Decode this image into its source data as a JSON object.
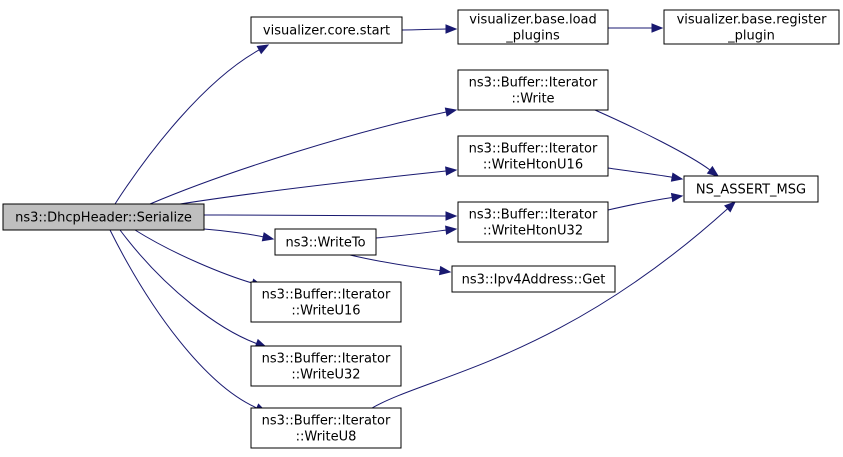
{
  "colors": {
    "edge": "#191970",
    "root_fill": "#bfbfbf",
    "node_fill": "#ffffff",
    "node_border": "#000000"
  },
  "nodes": [
    {
      "id": "serialize",
      "lines": [
        "ns3::DhcpHeader::Serialize"
      ],
      "root": true
    },
    {
      "id": "core_start",
      "lines": [
        "visualizer.core.start"
      ]
    },
    {
      "id": "load_plugins",
      "lines": [
        "visualizer.base.load",
        "_plugins"
      ]
    },
    {
      "id": "register_plugin",
      "lines": [
        "visualizer.base.register",
        "_plugin"
      ]
    },
    {
      "id": "write",
      "lines": [
        "ns3::Buffer::Iterator",
        "::Write"
      ]
    },
    {
      "id": "write_hton_u16",
      "lines": [
        "ns3::Buffer::Iterator",
        "::WriteHtonU16"
      ]
    },
    {
      "id": "ns_assert_msg",
      "lines": [
        "NS_ASSERT_MSG"
      ]
    },
    {
      "id": "write_hton_u32",
      "lines": [
        "ns3::Buffer::Iterator",
        "::WriteHtonU32"
      ]
    },
    {
      "id": "write_to",
      "lines": [
        "ns3::WriteTo"
      ]
    },
    {
      "id": "ipv4_get",
      "lines": [
        "ns3::Ipv4Address::Get"
      ]
    },
    {
      "id": "write_u16",
      "lines": [
        "ns3::Buffer::Iterator",
        "::WriteU16"
      ]
    },
    {
      "id": "write_u32",
      "lines": [
        "ns3::Buffer::Iterator",
        "::WriteU32"
      ]
    },
    {
      "id": "write_u8",
      "lines": [
        "ns3::Buffer::Iterator",
        "::WriteU8"
      ]
    }
  ],
  "edges": [
    {
      "from": "serialize",
      "to": "core_start"
    },
    {
      "from": "serialize",
      "to": "write"
    },
    {
      "from": "serialize",
      "to": "write_hton_u16"
    },
    {
      "from": "serialize",
      "to": "write_hton_u32"
    },
    {
      "from": "serialize",
      "to": "write_to"
    },
    {
      "from": "serialize",
      "to": "write_u16"
    },
    {
      "from": "serialize",
      "to": "write_u32"
    },
    {
      "from": "serialize",
      "to": "write_u8"
    },
    {
      "from": "core_start",
      "to": "load_plugins"
    },
    {
      "from": "load_plugins",
      "to": "register_plugin"
    },
    {
      "from": "write",
      "to": "ns_assert_msg"
    },
    {
      "from": "write_hton_u16",
      "to": "ns_assert_msg"
    },
    {
      "from": "write_hton_u32",
      "to": "ns_assert_msg"
    },
    {
      "from": "write_to",
      "to": "write_hton_u32"
    },
    {
      "from": "write_to",
      "to": "ipv4_get"
    },
    {
      "from": "write_u8",
      "to": "ns_assert_msg"
    }
  ]
}
